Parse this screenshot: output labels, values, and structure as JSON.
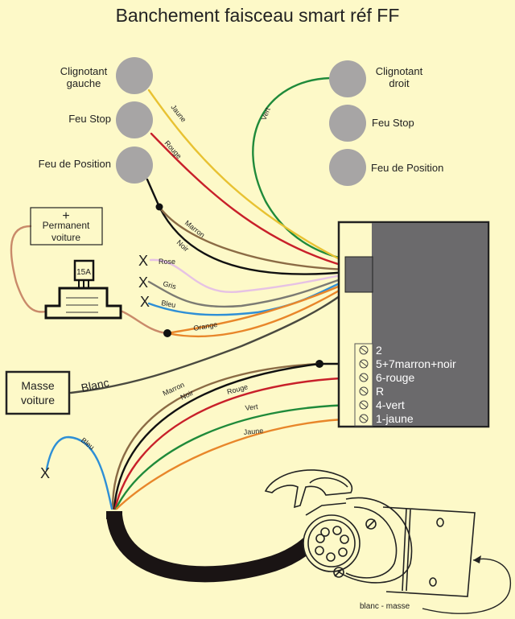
{
  "title": "Banchement faisceau smart  réf FF",
  "colors": {
    "background": "#fdf9c8",
    "lamp": "#a7a5a5",
    "module": "#6b6a6c",
    "jaune": "#e8c232",
    "rouge": "#c8202a",
    "vert": "#1f8a3a",
    "marron": "#8b6b45",
    "noir": "#111111",
    "rose": "#e6c2e4",
    "gris": "#7c7b73",
    "bleu": "#2e8fd6",
    "orange": "#e8862a",
    "blanc": "#4a4a40",
    "cable": "#1a1414"
  },
  "lamps_left": [
    {
      "label_line1": "Clignotant",
      "label_line2": "gauche"
    },
    {
      "label_line1": "Feu Stop",
      "label_line2": ""
    },
    {
      "label_line1": "Feu de Position",
      "label_line2": ""
    }
  ],
  "lamps_right": [
    {
      "label_line1": "Clignotant",
      "label_line2": "droit"
    },
    {
      "label_line1": "Feu Stop",
      "label_line2": ""
    },
    {
      "label_line1": "Feu de Position",
      "label_line2": ""
    }
  ],
  "permanent_box": {
    "symbol": "+",
    "line1": "Permanent",
    "line2": "voiture"
  },
  "fuse": {
    "rating": "15A"
  },
  "masse_box": {
    "line1": "Masse",
    "line2": "voiture"
  },
  "unused_marker": "X",
  "wire_labels_top": {
    "jaune": "Jaune",
    "rouge": "Rouge",
    "vert": "Vert",
    "marron": "Marron",
    "noir": "Noir",
    "rose": "Rose",
    "gris": "Gris",
    "bleu": "Bleu",
    "orange": "Orange",
    "blanc": "Blanc"
  },
  "wire_labels_bottom": {
    "marron": "Marron",
    "noir": "Noir",
    "rouge": "Rouge",
    "vert": "Vert",
    "jaune": "Jaune",
    "bleu": "Bleu"
  },
  "terminals": [
    {
      "label": "2"
    },
    {
      "label": "5+7marron+noir"
    },
    {
      "label": "6-rouge"
    },
    {
      "label": "R"
    },
    {
      "label": "4-vert"
    },
    {
      "label": "1-jaune"
    }
  ],
  "ground_note": "blanc - masse"
}
